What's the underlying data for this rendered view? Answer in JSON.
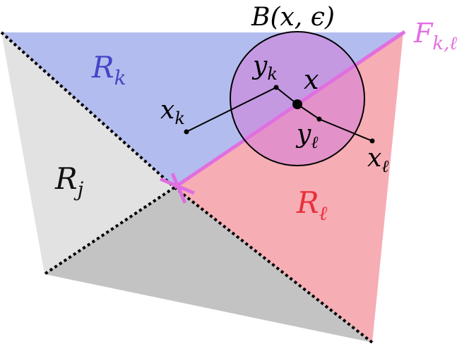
{
  "regions": {
    "Rk": {
      "name": "R",
      "sub": "k",
      "color": "#b3bcee",
      "label_color": "#4545c8"
    },
    "Rl": {
      "name": "R",
      "sub": "ℓ",
      "color": "#f7adb4",
      "label_color": "#e8303a"
    },
    "Rj": {
      "name": "R",
      "sub": "j",
      "color": "#e2e2e2",
      "label_color": "#111111"
    },
    "bottom": {
      "color": "#c3c3c3"
    }
  },
  "face": {
    "name": "F",
    "sub": "k,ℓ",
    "color": "#e06fe0"
  },
  "ball": {
    "label": "B(x, ϵ)",
    "fill": "#d27bd8"
  },
  "points": {
    "x": {
      "label": "x"
    },
    "xk": {
      "name": "x",
      "sub": "k"
    },
    "yk": {
      "name": "y",
      "sub": "k"
    },
    "xl": {
      "name": "x",
      "sub": "ℓ"
    },
    "yl": {
      "name": "y",
      "sub": "ℓ"
    }
  }
}
